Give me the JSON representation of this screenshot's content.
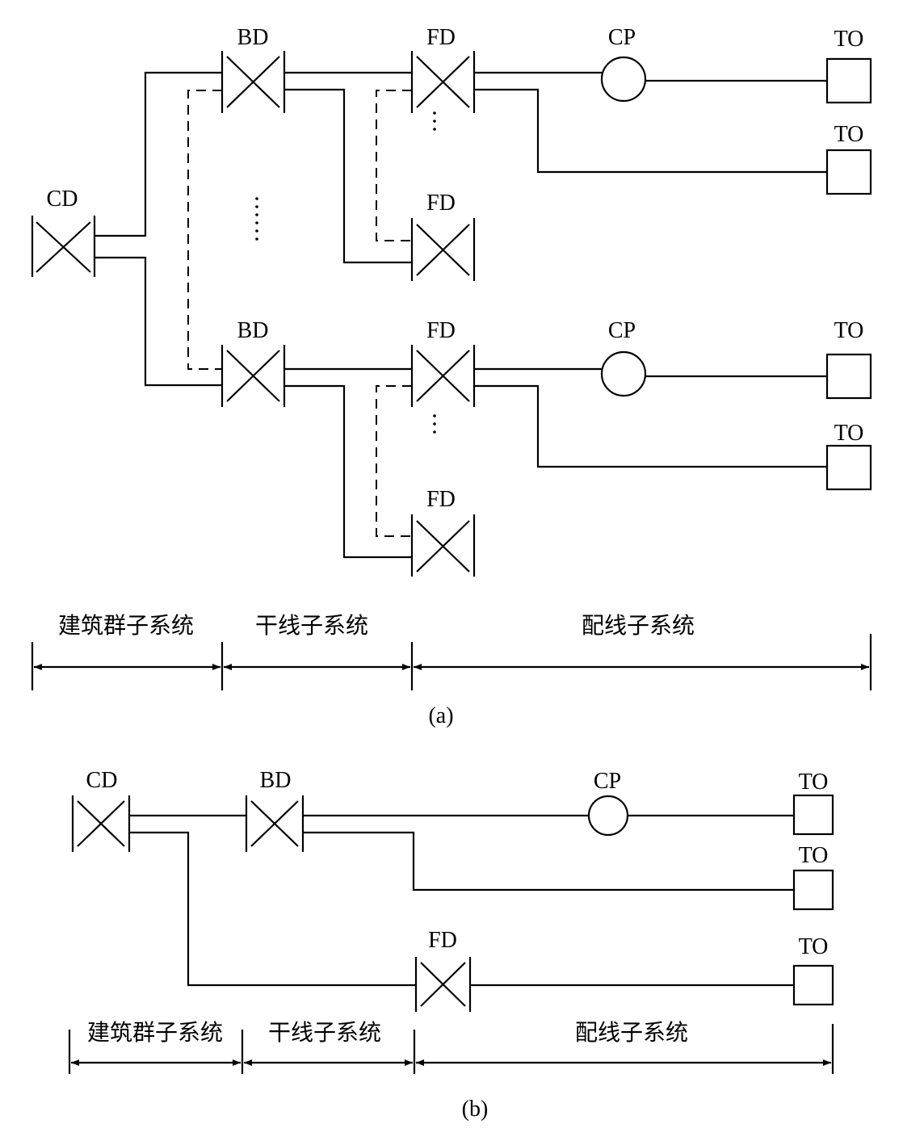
{
  "labels": {
    "cd": "CD",
    "bd": "BD",
    "fd": "FD",
    "cp": "CP",
    "to": "TO"
  },
  "subsystems": {
    "campus": "建筑群子系统",
    "backbone": "干线子系统",
    "horizontal": "配线子系统"
  },
  "captions": {
    "a": "(a)",
    "b": "(b)"
  }
}
